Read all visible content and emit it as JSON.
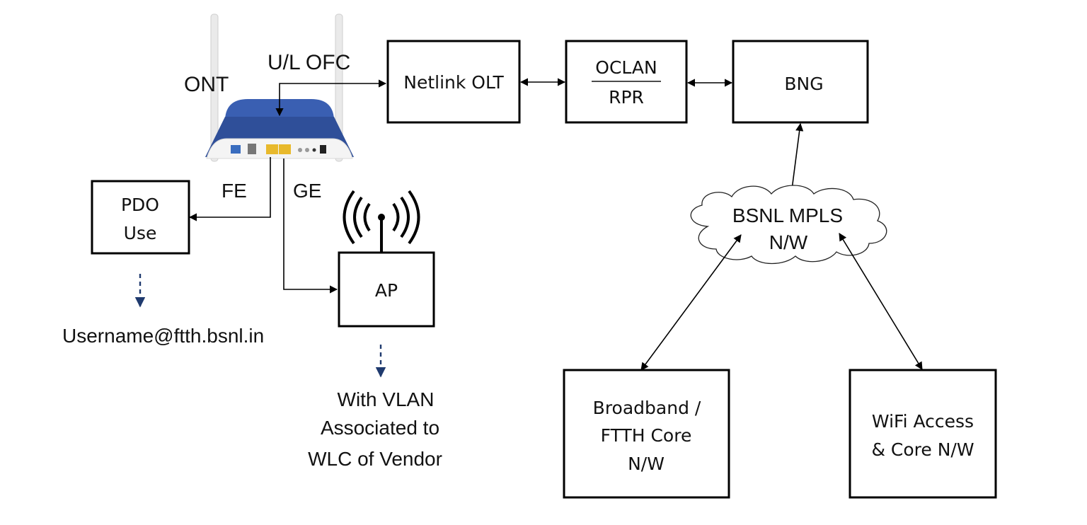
{
  "labels": {
    "ont": "ONT",
    "ul_ofc": "U/L OFC",
    "fe": "FE",
    "ge": "GE",
    "username": "Username@ftth.bsnl.in",
    "vlan_line1": "With  VLAN",
    "vlan_line2": "Associated to",
    "vlan_line3": "WLC of  Vendor"
  },
  "nodes": {
    "olt": "Netlink OLT",
    "oclan_top": "OCLAN",
    "oclan_bottom": "RPR",
    "bng": "BNG",
    "pdo_line1": "PDO",
    "pdo_line2": "Use",
    "ap": "AP",
    "mpls_line1": "BSNL MPLS",
    "mpls_line2": "N/W",
    "ftth_line1": "Broadband /",
    "ftth_line2": "FTTH Core",
    "ftth_line3": "N/W",
    "wifi_line1": "WiFi Access",
    "wifi_line2": "& Core N/W"
  },
  "colors": {
    "router_body": "#2f4f99",
    "router_top": "#3a5fb2",
    "router_front": "#f4f4f4",
    "lan_port": "#e8b92c",
    "dashed_arrow": "#1f3a6e"
  }
}
